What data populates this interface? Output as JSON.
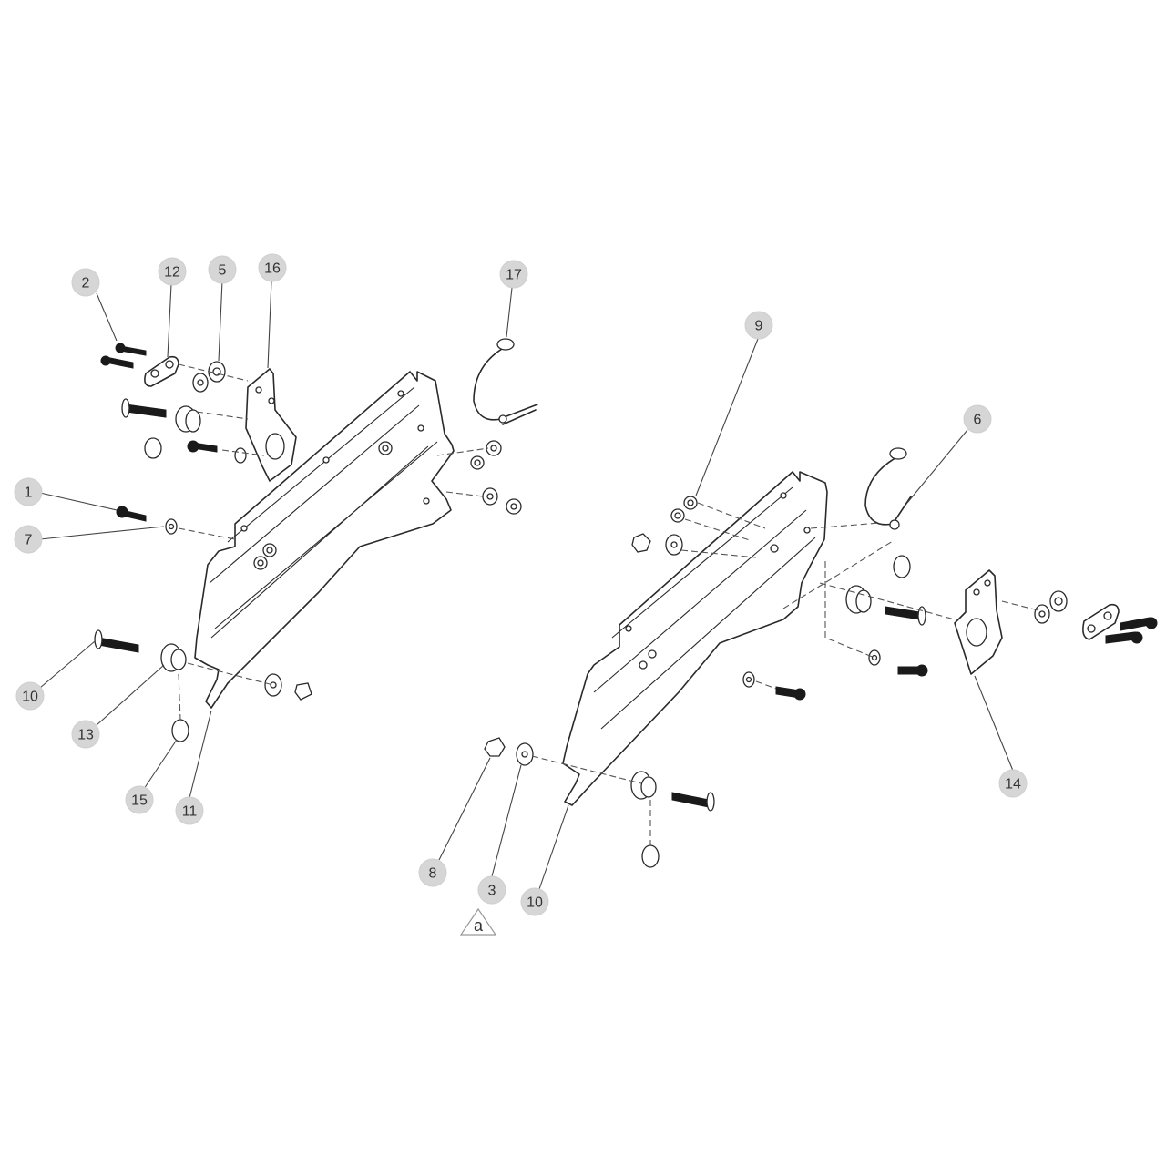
{
  "callouts": {
    "left": [
      "2",
      "12",
      "5",
      "16",
      "17",
      "1",
      "7",
      "10",
      "13",
      "15",
      "11"
    ],
    "right": [
      "9",
      "6",
      "14",
      "8",
      "3",
      "10"
    ]
  },
  "marker": {
    "label": "a"
  },
  "colors": {
    "line": "#2a2a2a",
    "bubble": "#d6d6d6",
    "background": "#ffffff"
  }
}
